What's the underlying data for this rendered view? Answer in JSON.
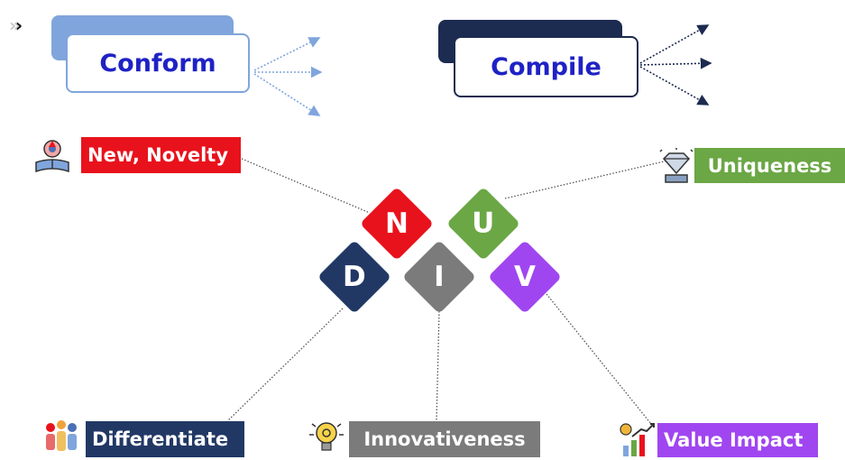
{
  "header": {
    "chevron_icon": "double-chevron-right-icon",
    "conform_label": "Conform",
    "compile_label": "Compile"
  },
  "diamonds": {
    "n": "N",
    "u": "U",
    "d": "D",
    "i": "I",
    "v": "V"
  },
  "labels": {
    "new_novelty": "New, Novelty",
    "uniqueness": "Uniqueness",
    "differentiate": "Differentiate",
    "innovativeness": "Innovativeness",
    "value_impact": "Value Impact"
  },
  "colors": {
    "n": "#e8121c",
    "u": "#6ba745",
    "d": "#213865",
    "i": "#7b7b7b",
    "v": "#a046f0",
    "conform": "#7fa5dc",
    "compile": "#1c2b50",
    "title_text": "#1f22c4"
  },
  "icons": {
    "new_novelty": "rocket-book-icon",
    "uniqueness": "diamond-icon",
    "differentiate": "people-group-icon",
    "innovativeness": "lightbulb-gear-icon",
    "value_impact": "growth-chart-icon"
  }
}
